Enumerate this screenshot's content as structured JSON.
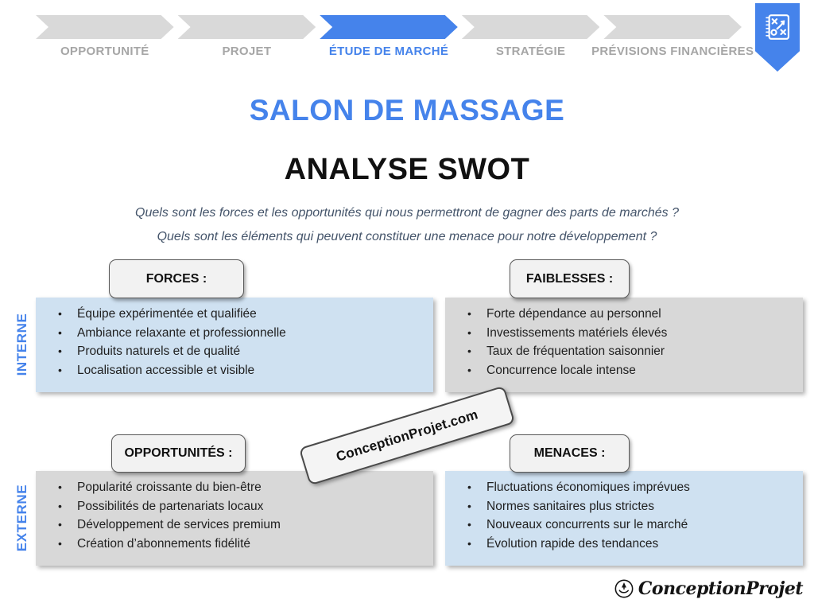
{
  "breadcrumb": {
    "steps": [
      {
        "label": "OPPORTUNITÉ",
        "active": false
      },
      {
        "label": "PROJET",
        "active": false
      },
      {
        "label": "ÉTUDE DE MARCHÉ",
        "active": true
      },
      {
        "label": "STRATÉGIE",
        "active": false
      },
      {
        "label": "PRÉVISIONS FINANCIÈRES",
        "active": false
      }
    ]
  },
  "slide": {
    "title": "SALON DE MASSAGE",
    "subtitle": "ANALYSE SWOT",
    "questions": [
      "Quels sont les forces et les opportunités qui nous permettront de gagner des parts de marchés ?",
      "Quels sont les éléments qui peuvent constituer une menace pour notre développement ?"
    ]
  },
  "swot": {
    "row_labels": {
      "internal": "INTERNE",
      "external": "EXTERNE"
    },
    "quadrants": [
      {
        "id": "forces",
        "title": "FORCES :",
        "panel_color": "blue",
        "items": [
          "Équipe expérimentée et qualifiée",
          "Ambiance relaxante et professionnelle",
          "Produits naturels et de qualité",
          "Localisation accessible et visible"
        ]
      },
      {
        "id": "faiblesses",
        "title": "FAIBLESSES :",
        "panel_color": "gray",
        "items": [
          "Forte dépendance au personnel",
          "Investissements matériels élevés",
          "Taux de fréquentation saisonnier",
          "Concurrence locale intense"
        ]
      },
      {
        "id": "opportunites",
        "title": "OPPORTUNITÉS :",
        "panel_color": "gray",
        "items": [
          "Popularité croissante du bien-être",
          "Possibilités de partenariats locaux",
          "Développement de services premium",
          "Création d’abonnements fidélité"
        ]
      },
      {
        "id": "menaces",
        "title": "MENACES :",
        "panel_color": "blue",
        "items": [
          "Fluctuations économiques imprévues",
          "Normes sanitaires plus strictes",
          "Nouveaux concurrents sur le marché",
          "Évolution rapide des tendances"
        ]
      }
    ]
  },
  "watermark": {
    "text": "ConceptionProjet.com"
  },
  "footer_logo": {
    "text": "ConceptionProjet"
  },
  "icons": {
    "bookmark": "strategy-playbook-icon",
    "footer": "hand-rocket-logo-icon"
  },
  "colors": {
    "accent_blue": "#4583EB",
    "panel_blue": "#CFE1F1",
    "panel_gray": "#D8D8D8",
    "chip_fill": "#F2F2F2",
    "chip_border": "#595959",
    "step_gray": "#D9D9D9",
    "step_label": "#A6A6A6",
    "question_text": "#44546A",
    "body_text": "#1F1F1F"
  }
}
